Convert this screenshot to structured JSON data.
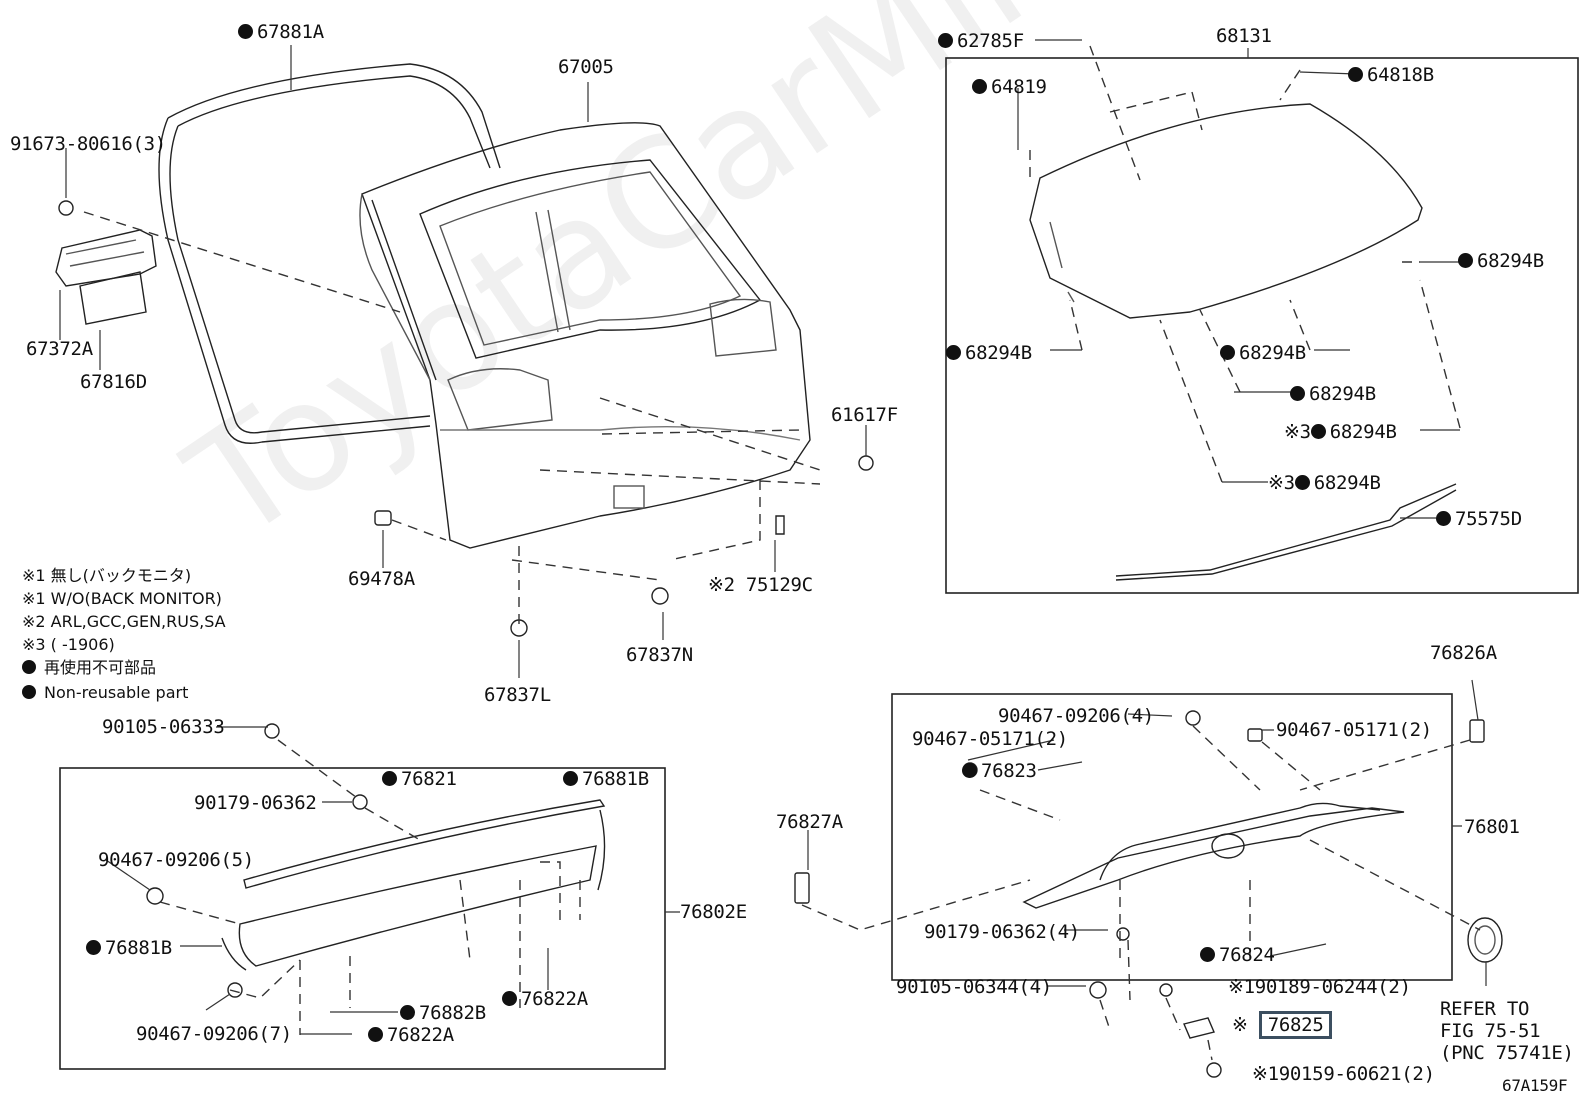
{
  "watermark": "ToyotaCarMine.ru",
  "figure_code": "67A159F",
  "refer": {
    "line1": "REFER TO",
    "line2": "FIG 75-51",
    "line3": "(PNC 75741E)"
  },
  "notes": {
    "n1_jp": "※1 無し(バックモニタ)",
    "n1_en": "※1 W/O(BACK MONITOR)",
    "n2": "※2 ARL,GCC,GEN,RUS,SA",
    "n3": "※3 (        -1906)",
    "nr_jp": "再使用不可部品",
    "nr_en": "Non-reusable part"
  },
  "parts": {
    "p67881A": "67881A",
    "p67005": "67005",
    "p91673": "91673-80616(3)",
    "p67372A": "67372A",
    "p67816D": "67816D",
    "p61617F": "61617F",
    "p69478A": "69478A",
    "p75129C": "75129C",
    "p67837N": "67837N",
    "p67837L": "67837L",
    "p62785F": "62785F",
    "p68131": "68131",
    "p64819": "64819",
    "p64818B": "64818B",
    "p68294B_r": "68294B",
    "p68294B_l": "68294B",
    "p68294B_c1": "68294B",
    "p68294B_c2": "68294B",
    "p68294B_c3": "68294B",
    "p68294B_c4": "68294B",
    "p75575D": "75575D",
    "p90105_06333": "90105-06333",
    "p76821": "76821",
    "p76881B_t": "76881B",
    "p90179_06362": "90179-06362",
    "p90467_09206_5": "90467-09206(5)",
    "p76802E": "76802E",
    "p76881B_b": "76881B",
    "p90467_09206_7": "90467-09206(7)",
    "p76882B": "76882B",
    "p76822A_r": "76822A",
    "p76822A_b": "76822A",
    "p76826A": "76826A",
    "p90467_09206_4": "90467-09206(4)",
    "p90467_05171_a": "90467-05171(2)",
    "p90467_05171_b": "90467-05171(2)",
    "p76823": "76823",
    "p76827A": "76827A",
    "p76801": "76801",
    "p90179_06362_4": "90179-06362(4)",
    "p76824": "76824",
    "p90105_06344": "90105-06344(4)",
    "p90189": "90189-06244(2)",
    "p76825": "76825",
    "p90159": "90159-60621(2)"
  },
  "marks": {
    "m1": "※1",
    "m2": "※2",
    "m3": "※3"
  }
}
